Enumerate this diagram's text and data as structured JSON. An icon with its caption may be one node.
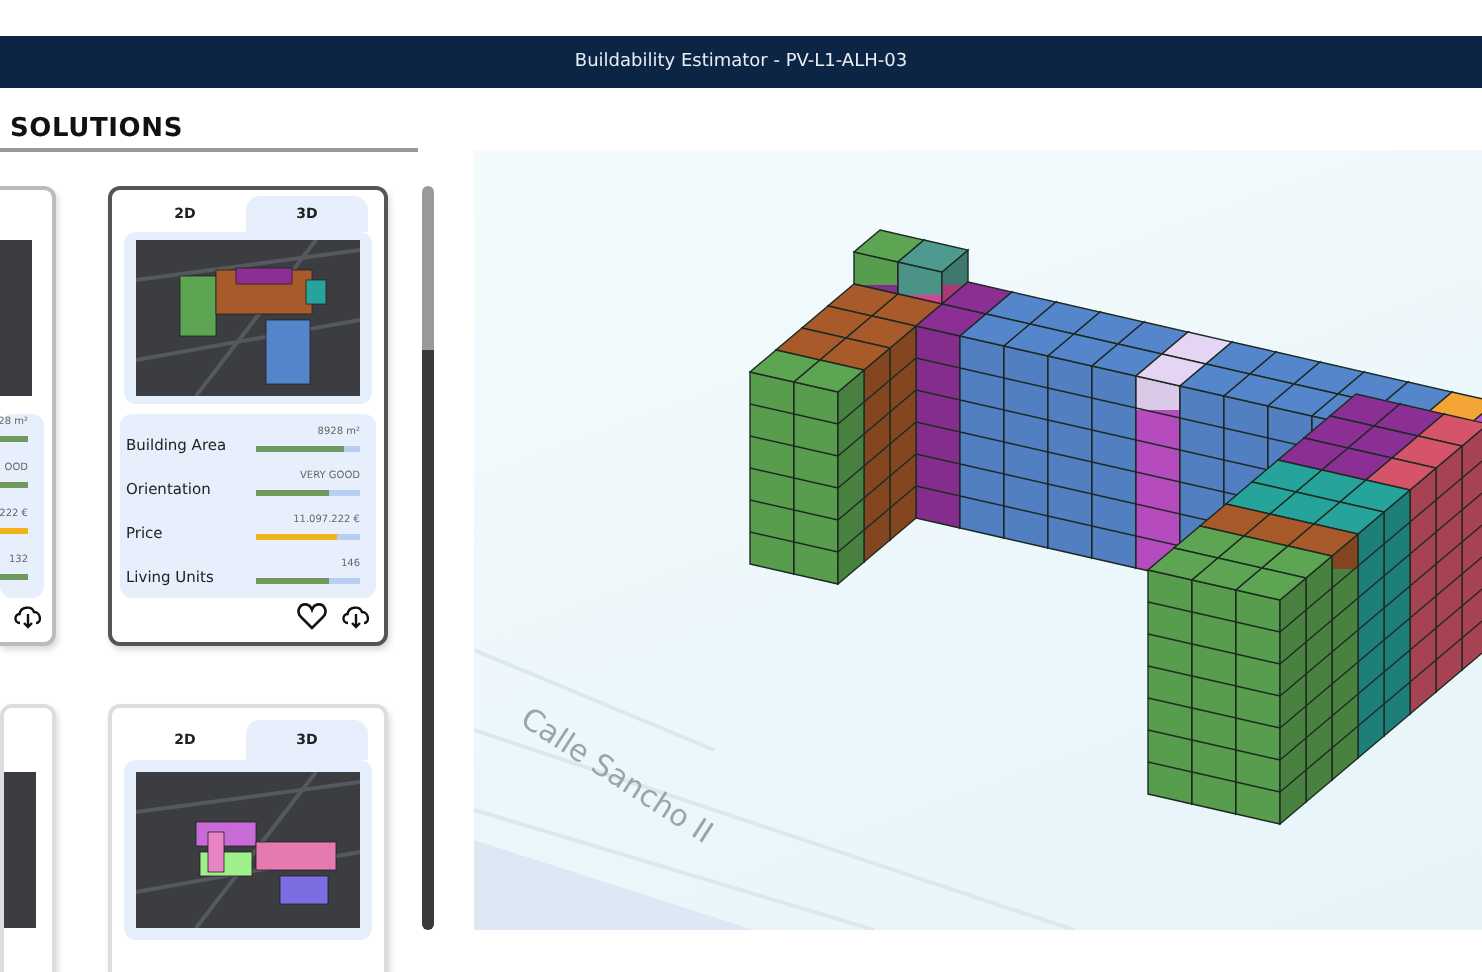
{
  "diagram": {
    "title": "Buildability Estimator - PV-L1-ALH-03",
    "nodes": [
      {
        "text": [
          "28 m²",
          "OOD",
          "222 €",
          "132"
        ]
      },
      {
        "text": [],
        "shape": "box"
      },
      {
        "text": [
          "2D"
        ],
        "in": 1
      },
      {
        "text": [
          "3D"
        ],
        "in": 1
      },
      {
        "text": [],
        "shape": "picture",
        "in": 1
      },
      {
        "text": [
          "Building Area"
        ],
        "in": 1
      },
      {
        "text": [
          "Orientation"
        ],
        "in": 1
      },
      {
        "text": [
          "Price"
        ],
        "in": 1
      },
      {
        "text": [
          "Living Units"
        ],
        "in": 1
      },
      {
        "text": [],
        "shape": "box"
      },
      {
        "text": [],
        "shape": "box"
      },
      {
        "text": [
          "2D"
        ],
        "in": 10
      },
      {
        "text": [
          "3D"
        ],
        "in": 10
      },
      {
        "text": [],
        "shape": "picture",
        "in": 10
      }
    ],
    "labels": [
      "SOLUTIONS",
      "8928 m²",
      "VERY GOOD",
      "11.097.222 €",
      "146",
      "Calle Sancho II"
    ]
  }
}
